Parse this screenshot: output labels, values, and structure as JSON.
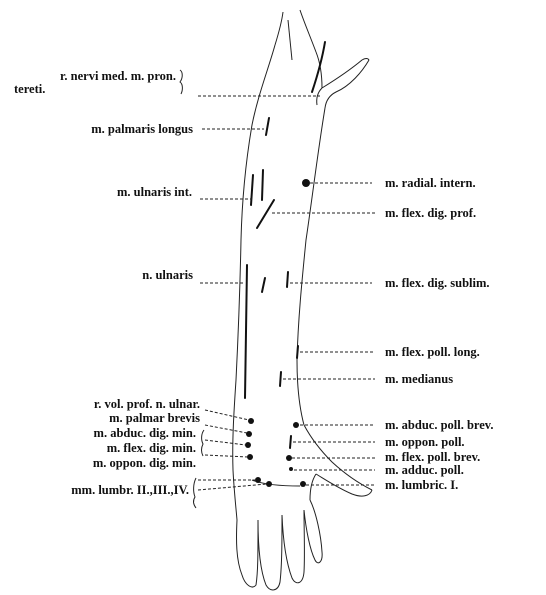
{
  "labels": {
    "l1a": "r. nervi med. m. pron.",
    "l1b": "tereti.",
    "l2": "m. palmaris longus",
    "l3": "m. ulnaris int.",
    "l4": "n. ulnaris",
    "l5": "r. vol. prof. n. ulnar.",
    "l6": "m. palmar brevis",
    "l7": "m. abduc. dig. min.",
    "l8": "m. flex. dig. min.",
    "l9": "m. oppon. dig. min.",
    "l10": "mm. lumbr. II.,III.,IV.",
    "r1": "m. radial. intern.",
    "r2": "m. flex. dig. prof.",
    "r3": "m. flex. dig. sublim.",
    "r4": "m. flex. poll. long.",
    "r5": "m. medianus",
    "r6": "m. abduc. poll. brev.",
    "r7": "m. oppon. poll.",
    "r8": "m. flex. poll. brev.",
    "r9": "m. adduc. poll.",
    "r10": "m. lumbric. I."
  }
}
